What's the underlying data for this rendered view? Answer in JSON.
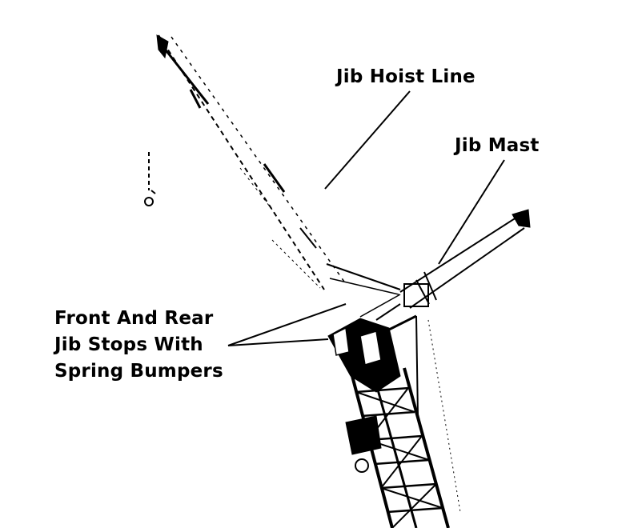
{
  "labels": {
    "jib_hoist_line": "Jib Hoist Line",
    "jib_mast": "Jib Mast",
    "jib_stops_line1": "Front And Rear",
    "jib_stops_line2": "Jib Stops With",
    "jib_stops_line3": "Spring Bumpers"
  },
  "colors": {
    "ink": "#000000",
    "paper": "#ffffff"
  }
}
